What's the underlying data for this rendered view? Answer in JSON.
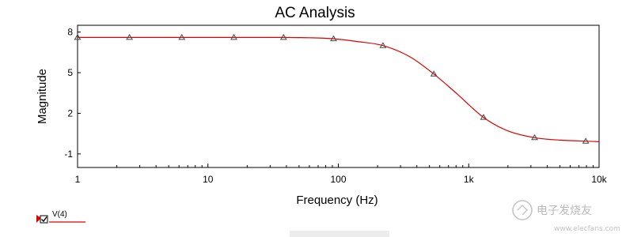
{
  "chart_data": {
    "type": "line",
    "title": "AC Analysis",
    "xlabel": "Frequency (Hz)",
    "ylabel": "Magnitude",
    "xscale": "log",
    "xlim": [
      1,
      10000
    ],
    "ylim": [
      -2,
      8.5
    ],
    "grid": false,
    "x_ticks": [
      1,
      10,
      100,
      1000,
      10000
    ],
    "x_tick_labels": [
      "1",
      "10",
      "100",
      "1k",
      "10k"
    ],
    "y_ticks": [
      -1,
      2,
      5,
      8
    ],
    "y_tick_labels": [
      "-1",
      "2",
      "5",
      "8"
    ],
    "legend_position": "bottom-left",
    "series": [
      {
        "name": "V(4)",
        "color": "#dd0000",
        "marker": "triangle",
        "x": [
          1,
          1.5,
          2.5,
          4,
          6.3,
          10,
          15.8,
          25,
          38,
          60,
          92,
          140,
          220,
          350,
          540,
          800,
          1300,
          2000,
          3200,
          5000,
          7900,
          10000
        ],
        "y": [
          7.6,
          7.6,
          7.6,
          7.6,
          7.6,
          7.6,
          7.6,
          7.6,
          7.6,
          7.58,
          7.5,
          7.3,
          7.0,
          6.2,
          4.9,
          3.5,
          1.7,
          0.7,
          0.2,
          0.02,
          -0.06,
          -0.09
        ]
      }
    ],
    "markers": {
      "x": [
        1,
        2.5,
        6.3,
        15.8,
        38,
        92,
        220,
        540,
        1300,
        3200,
        7900
      ],
      "y": [
        7.6,
        7.6,
        7.6,
        7.6,
        7.6,
        7.5,
        7.0,
        4.9,
        1.7,
        0.2,
        -0.06
      ]
    }
  },
  "legend": {
    "label": "V(4)",
    "checked": true,
    "color": "#dd0000"
  },
  "watermark": {
    "text": "电子发烧友",
    "subtext": "www.elecfans.com"
  }
}
